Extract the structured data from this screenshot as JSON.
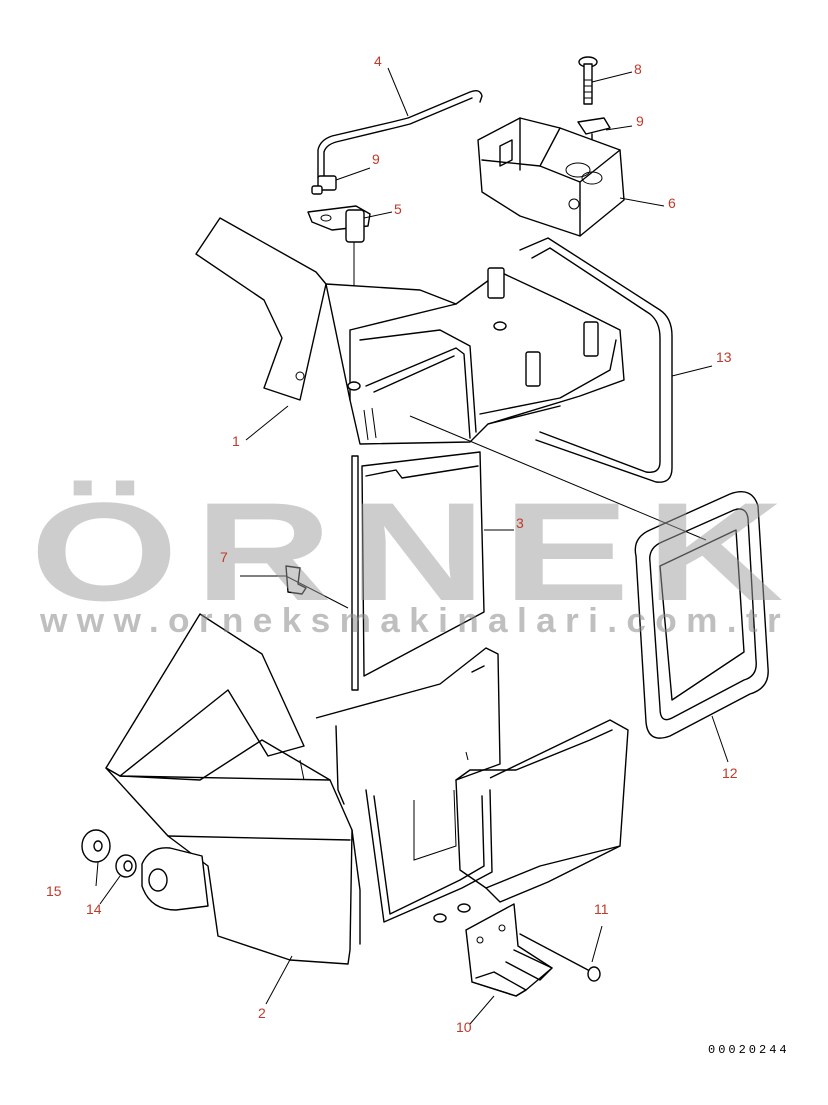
{
  "watermark": {
    "brand": "ÖRNEK",
    "url": "www.orneksmakinalari.com.tr",
    "brand_color": "#9b9b9b",
    "accent_color": "#f2c94c"
  },
  "drawing_number": "00020244",
  "callout_color": "#c0392b",
  "callouts": [
    {
      "id": "1",
      "label": "1"
    },
    {
      "id": "2",
      "label": "2"
    },
    {
      "id": "3",
      "label": "3"
    },
    {
      "id": "4",
      "label": "4"
    },
    {
      "id": "5",
      "label": "5"
    },
    {
      "id": "6",
      "label": "6"
    },
    {
      "id": "7",
      "label": "7"
    },
    {
      "id": "8",
      "label": "8"
    },
    {
      "id": "9a",
      "label": "9"
    },
    {
      "id": "9b",
      "label": "9"
    },
    {
      "id": "10",
      "label": "10"
    },
    {
      "id": "11",
      "label": "11"
    },
    {
      "id": "12",
      "label": "12"
    },
    {
      "id": "13",
      "label": "13"
    },
    {
      "id": "14",
      "label": "14"
    },
    {
      "id": "15",
      "label": "15"
    }
  ]
}
